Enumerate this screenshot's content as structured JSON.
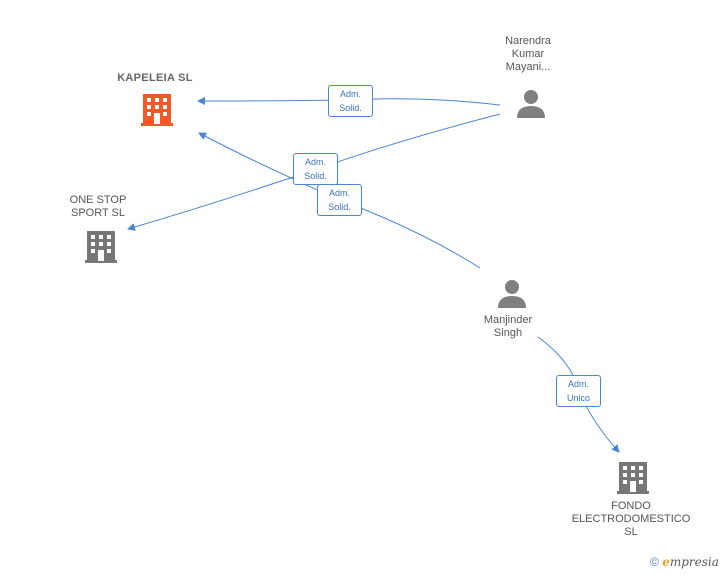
{
  "colors": {
    "edge": "#4a86d4",
    "main_company": "#f05a28",
    "company": "#777777",
    "person": "#808080"
  },
  "nodes": {
    "kapeleia": {
      "label": "KAPELEIA  SL",
      "icon": "building-icon"
    },
    "onestop": {
      "label": "ONE STOP\nSPORT  SL",
      "icon": "building-icon"
    },
    "narendra": {
      "label": "Narendra\nKumar\nMayani...",
      "icon": "person-icon"
    },
    "manjinder": {
      "label": "Manjinder\nSingh",
      "icon": "person-icon"
    },
    "fondo": {
      "label": "FONDO\nELECTRODOMESTICO\nSL",
      "icon": "building-icon"
    }
  },
  "edges": {
    "e1": "Adm.\nSolid.",
    "e2": "Adm.\nSolid.",
    "e3": "Adm.\nSolid.",
    "e4": "Adm.\nUnico"
  },
  "footer": {
    "copyright": "©",
    "brand_first": "e",
    "brand_rest": "mpresia"
  }
}
